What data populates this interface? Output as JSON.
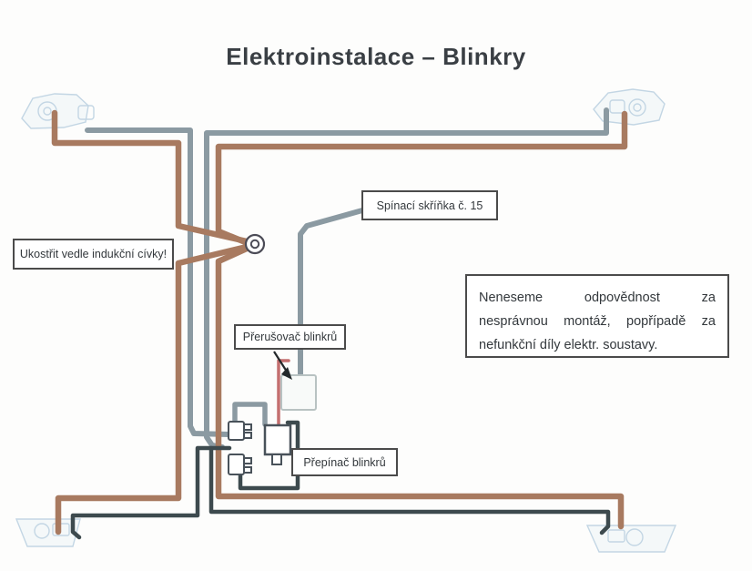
{
  "page": {
    "title": "Elektroinstalace – Blinkry"
  },
  "labels": {
    "ignition_box": "Spínací skříňka č. 15",
    "ground_note": "Ukostřit vedle indukční cívky!",
    "flasher": "Přerušovač blinkrů",
    "switch": "Přepínač blinkrů"
  },
  "disclaimer": {
    "line1": "Neneseme odpovědnost za",
    "line2": "nesprávnou montáž, popřípadě za",
    "line3": "nefunkční díly elektr. soustavy."
  },
  "colors": {
    "wire_brown": "#a87a60",
    "wire_gray": "#8b9aa2",
    "wire_dark": "#3d4a4e",
    "wire_red": "#c46f6f",
    "lamp_sketch": "#c3d6e4",
    "lamp_fill": "rgba(214,230,241,0.22)",
    "component_border": "#49525a",
    "flasher_border": "#b8c2c2",
    "arrow": "#23282b"
  }
}
